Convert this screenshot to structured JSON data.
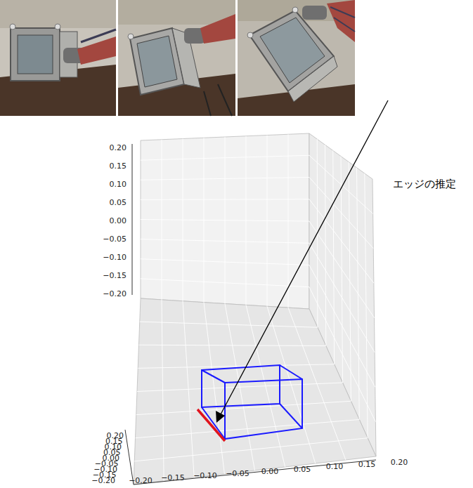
{
  "diagram": {
    "labels": [
      "エッジの推定",
      "0.20",
      "0.15",
      "0.10",
      "0.05",
      "0.00",
      "−0.05",
      "−0.10",
      "−0.15",
      "−0.20",
      "0.20",
      "0.15",
      "0.10",
      "0.05",
      "0.00",
      "−0.05",
      "−0.10",
      "−0.15",
      "−0.20",
      "−0.20",
      "−0.15",
      "−0.10",
      "−0.05",
      "0.00",
      "0.05",
      "0.10",
      "0.15",
      "0.20"
    ]
  }
}
